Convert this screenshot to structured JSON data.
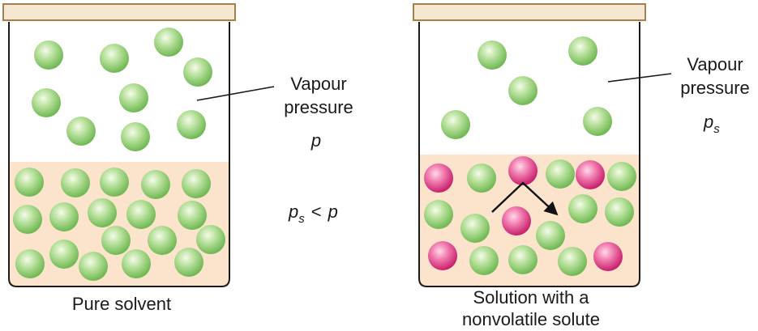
{
  "left_beaker": {
    "caption": "Pure solvent",
    "vapour_label_line1": "Vapour",
    "vapour_label_line2": "pressure",
    "pressure_symbol": "p"
  },
  "right_beaker": {
    "caption_line1": "Solution with a",
    "caption_line2": "nonvolatile solute",
    "vapour_label_line1": "Vapour",
    "vapour_label_line2": "pressure",
    "pressure_symbol": "p",
    "pressure_subscript": "s"
  },
  "comparison": {
    "symbol": "p",
    "subscript": "s",
    "operator": "<",
    "rhs": "p"
  },
  "colors": {
    "solvent_particle": "#9bd27c",
    "solute_particle": "#e5508f",
    "liquid": "#fbe3cc",
    "lid": "#f6e7d2",
    "lid_border": "#a57f4e",
    "beaker_outline": "#1a1a1a"
  }
}
